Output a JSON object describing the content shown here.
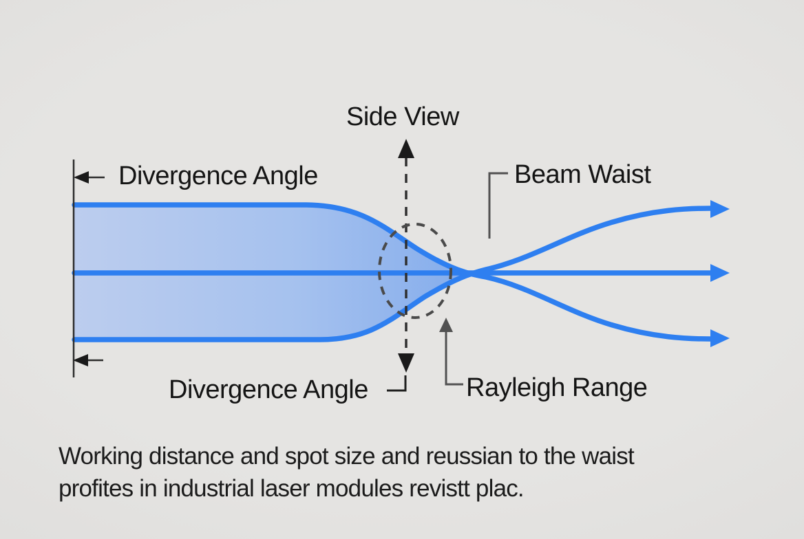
{
  "diagram": {
    "title": "Side View",
    "labels": {
      "divergence_angle_top": "Divergence Angle",
      "divergence_angle_bottom": "Divergence Angle",
      "beam_waist": "Beam Waist",
      "rayleigh_range": "Rayleigh Range"
    },
    "caption": {
      "line1": "Working distance and spot size and reussian to the waist",
      "line2": "profites in industrial laser modules revistt plac."
    },
    "colors": {
      "background": "#e3e2e0",
      "beam_stroke": "#2e7ff0",
      "beam_fill_left": "#bccdee",
      "beam_fill_right": "#82abec",
      "annotation_black": "#1f1f1f",
      "annotation_gray": "#515151",
      "lens_dash": "#4a4a4a",
      "text": "#141414"
    },
    "icons": [
      "left-arrow-icon",
      "up-arrow-icon",
      "down-arrow-icon",
      "right-arrow-icon"
    ]
  }
}
